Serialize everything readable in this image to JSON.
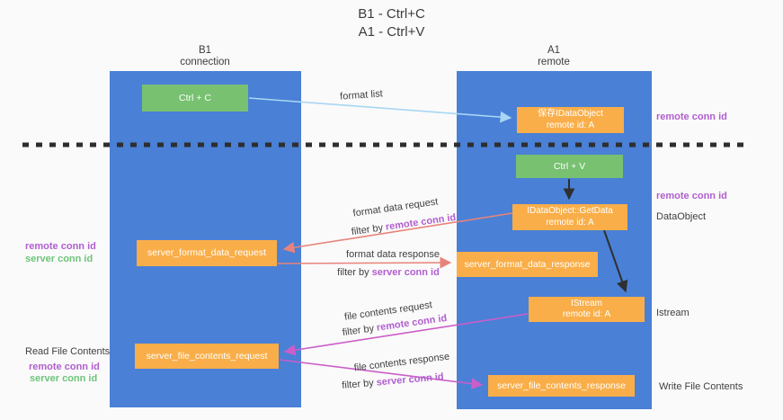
{
  "title": {
    "line1": "B1 - Ctrl+C",
    "line2": "A1 - Ctrl+V"
  },
  "lifelines": {
    "left": {
      "name": "B1",
      "role": "connection"
    },
    "right": {
      "name": "A1",
      "role": "remote"
    }
  },
  "boxes": {
    "ctrl_c": {
      "label": "Ctrl + C"
    },
    "save_idataobject": {
      "line1": "保存IDataObject",
      "line2": "remote id: A"
    },
    "ctrl_v": {
      "label": "Ctrl + V"
    },
    "idataobject_getdata": {
      "line1": "IDataObject::GetData",
      "line2": "remote id: A"
    },
    "server_format_data_request": {
      "label": "server_format_data_request"
    },
    "server_format_data_response": {
      "label": "server_format_data_response"
    },
    "istream": {
      "line1": "IStream",
      "line2": "remote id: A"
    },
    "server_file_contents_request": {
      "label": "server_file_contents_request"
    },
    "server_file_contents_response": {
      "label": "server_file_contents_response"
    }
  },
  "flow_labels": {
    "format_list": "format list",
    "format_data_request": "format data request",
    "format_data_response": "format data response",
    "file_contents_request": "file contents request",
    "file_contents_response": "file contents response",
    "filter_by": "filter by",
    "remote_conn_id": "remote conn id",
    "server_conn_id": "server conn id"
  },
  "annotations": {
    "right": {
      "remote_conn_id_top": "remote conn id",
      "remote_conn_id_mid": "remote conn id",
      "dataobject": "DataObject",
      "istream": "Istream",
      "write_file_contents": "Write File Contents"
    },
    "left": {
      "remote_conn_id_1": "remote conn id",
      "server_conn_id_1": "server conn id",
      "read_file_contents": "Read File Contents",
      "remote_conn_id_2": "remote conn id",
      "server_conn_id_2": "server conn id"
    }
  },
  "colors": {
    "lifeline_blue": "#4a80d6",
    "action_green": "#77c171",
    "message_orange": "#f9ae49",
    "remote_conn_purple": "#b05ecf",
    "server_conn_green": "#6ec47a",
    "request_arrow_salmon": "#e8837a",
    "file_arrow_magenta": "#cb5ec9",
    "format_list_blue": "#a8d6f3",
    "dashed_line_black": "#2e2e2e",
    "background": "#fafafa"
  }
}
